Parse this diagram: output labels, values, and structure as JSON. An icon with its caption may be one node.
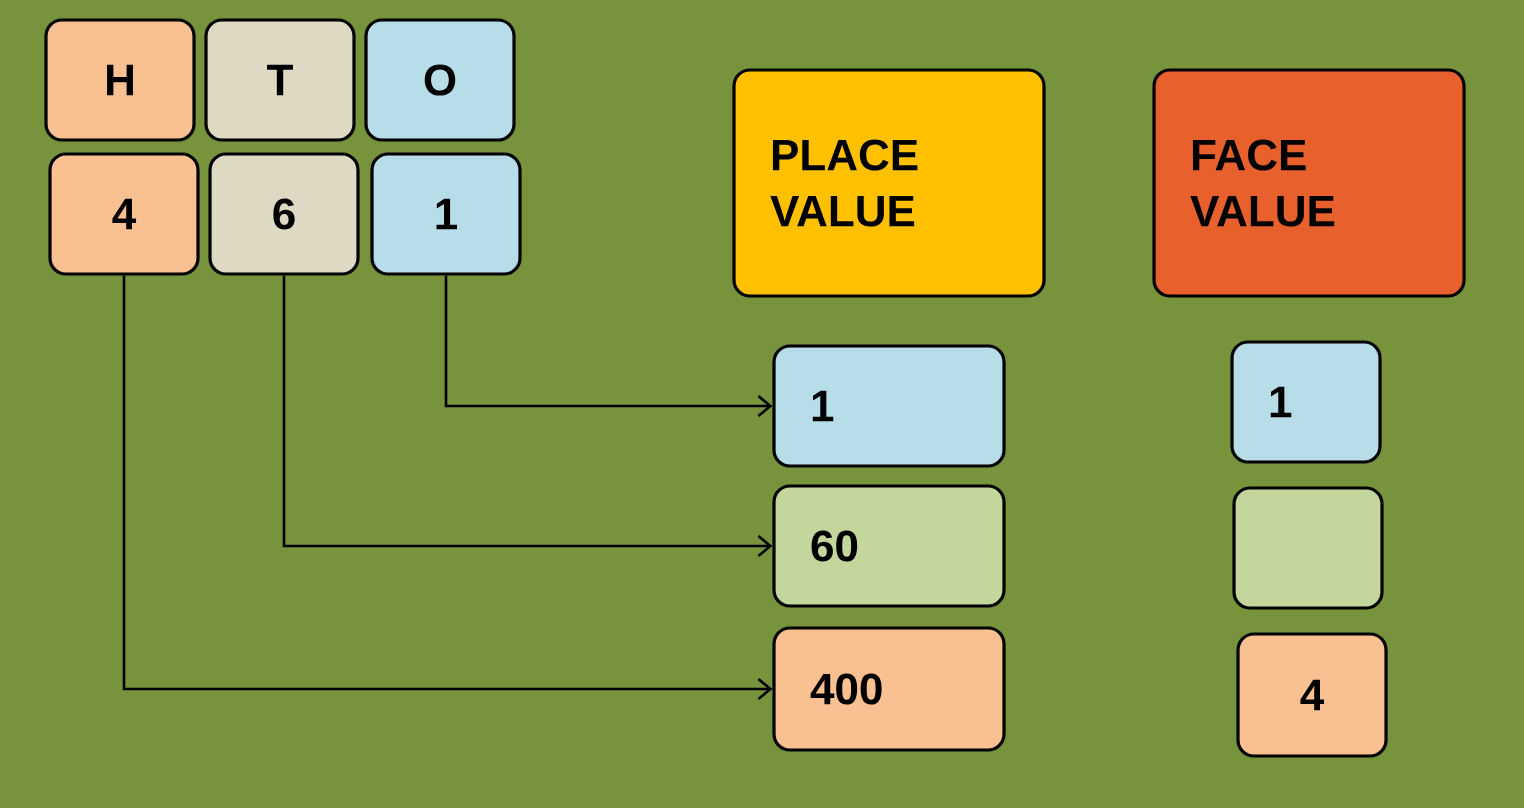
{
  "diagram": {
    "nodes": [
      {
        "text": [
          "H"
        ]
      },
      {
        "text": [
          "T"
        ]
      },
      {
        "text": [
          "O"
        ]
      },
      {
        "text": [
          "4"
        ]
      },
      {
        "text": [
          "6"
        ]
      },
      {
        "text": [
          "1"
        ]
      },
      {
        "text": [
          "PLACE VALUE"
        ]
      },
      {
        "text": [
          "FACE VALUE"
        ]
      },
      {
        "text": [
          "1"
        ]
      },
      {
        "text": [
          "60"
        ]
      },
      {
        "text": [
          "400"
        ]
      },
      {
        "text": [
          "1"
        ]
      },
      {
        "text": [],
        "shape": "box"
      },
      {
        "text": [
          "4"
        ]
      }
    ],
    "edges": [
      {
        "from": 5,
        "to": 8,
        "arrow": "to"
      },
      {
        "from": 4,
        "to": 9,
        "arrow": "to"
      },
      {
        "from": 3,
        "to": 10,
        "arrow": "to"
      }
    ]
  }
}
